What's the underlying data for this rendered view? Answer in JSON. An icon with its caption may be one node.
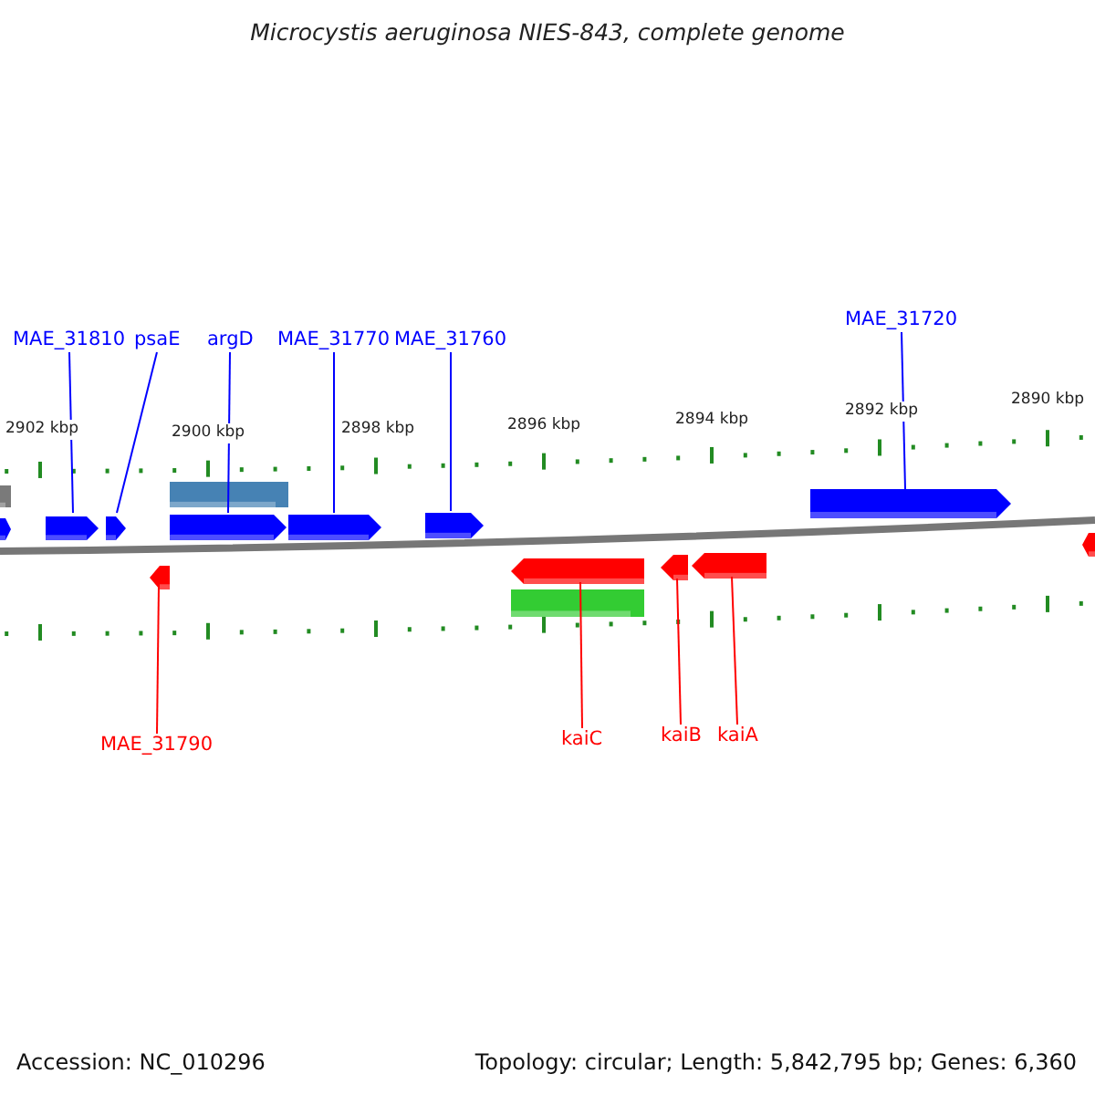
{
  "diagram": {
    "title": "Microcystis aeruginosa NIES-843, complete genome",
    "nodes": [
      {
        "text": [
          "MAE_31810"
        ]
      },
      {
        "text": [
          "psaE"
        ]
      },
      {
        "text": [
          "argD"
        ]
      },
      {
        "text": [
          "MAE_31770"
        ]
      },
      {
        "text": [
          "MAE_31760"
        ]
      },
      {
        "text": [
          "MAE_31720"
        ]
      },
      {
        "text": [],
        "shape": "bar"
      },
      {
        "text": [],
        "shape": "bar"
      },
      {
        "text": [],
        "shape": "arrow"
      },
      {
        "text": [],
        "shape": "arrow"
      },
      {
        "text": [],
        "shape": "arrow"
      },
      {
        "text": [],
        "shape": "arrow"
      },
      {
        "text": [],
        "shape": "arrow"
      },
      {
        "text": [],
        "shape": "arrow"
      },
      {
        "text": [],
        "shape": "arrow"
      },
      {
        "text": [],
        "shape": "arrow"
      },
      {
        "text": [],
        "shape": "arrow"
      },
      {
        "text": [],
        "shape": "arrow"
      },
      {
        "text": [],
        "shape": "arrow"
      },
      {
        "text": [],
        "shape": "arrow"
      },
      {
        "text": [],
        "shape": "bar"
      },
      {
        "text": [
          "MAE_31790"
        ]
      },
      {
        "text": [
          "kaiC"
        ]
      },
      {
        "text": [
          "kaiB"
        ]
      },
      {
        "text": [
          "kaiA"
        ]
      }
    ],
    "edges": [
      {
        "from": 0,
        "to": 9,
        "arrow": "none"
      },
      {
        "from": 1,
        "to": 10,
        "arrow": "none"
      },
      {
        "from": 2,
        "to": 11,
        "arrow": "none"
      },
      {
        "from": 3,
        "to": 12,
        "arrow": "none"
      },
      {
        "from": 4,
        "to": 13,
        "arrow": "none"
      },
      {
        "from": 5,
        "to": 14,
        "arrow": "none"
      },
      {
        "from": 21,
        "to": 16,
        "arrow": "none",
        "color": "#ff0000"
      },
      {
        "from": 22,
        "to": 17,
        "arrow": "none",
        "color": "#ff0000"
      },
      {
        "from": 23,
        "to": 18,
        "arrow": "none",
        "color": "#ff0000"
      },
      {
        "from": 24,
        "to": 19,
        "arrow": "none",
        "color": "#ff0000"
      }
    ],
    "labels": [
      "2902 kbp",
      "2900 kbp",
      "2898 kbp",
      "2896 kbp",
      "2894 kbp",
      "2892 kbp",
      "2890 kbp",
      "Accession: NC_010296",
      "Topology: circular; Length: 5,842,795 bp; Genes: 6,360"
    ]
  }
}
